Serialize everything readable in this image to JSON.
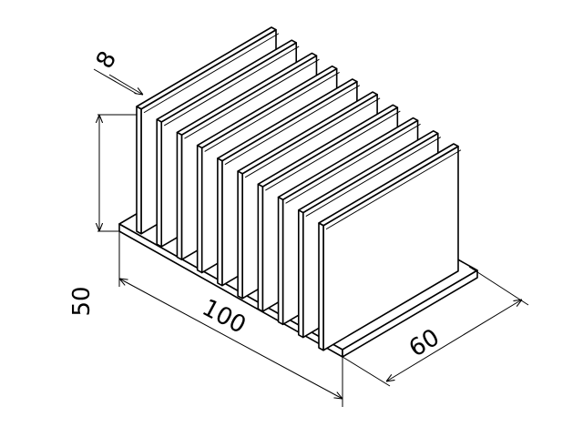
{
  "dimensions": {
    "fin_thickness": "8",
    "height": "50",
    "length": "100",
    "width": "60"
  },
  "fin_count": 10,
  "colors": {
    "stroke": "#000000",
    "background": "#ffffff"
  }
}
